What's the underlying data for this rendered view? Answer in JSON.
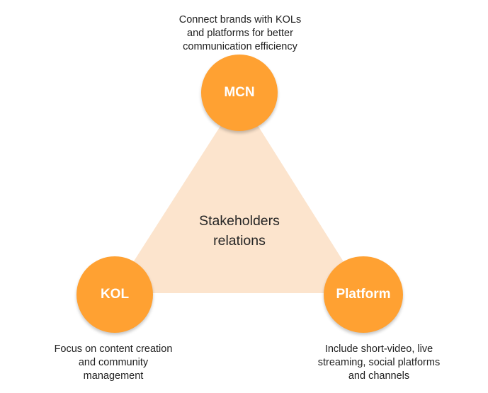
{
  "colors": {
    "node_fill": "#ffa132",
    "triangle_fill": "#fce4cd",
    "node_text": "#ffffff",
    "body_text": "#1f1f1f"
  },
  "center": {
    "line1": "Stakeholders",
    "line2": "relations"
  },
  "nodes": {
    "mcn": {
      "label": "MCN",
      "description": [
        "Connect brands with KOLs",
        "and platforms for better",
        "communication efficiency"
      ]
    },
    "kol": {
      "label": "KOL",
      "description": [
        "Focus on content creation",
        "and community",
        "management"
      ]
    },
    "platform": {
      "label": "Platform",
      "description": [
        "Include short-video, live",
        "streaming, social platforms",
        "and channels"
      ]
    }
  }
}
